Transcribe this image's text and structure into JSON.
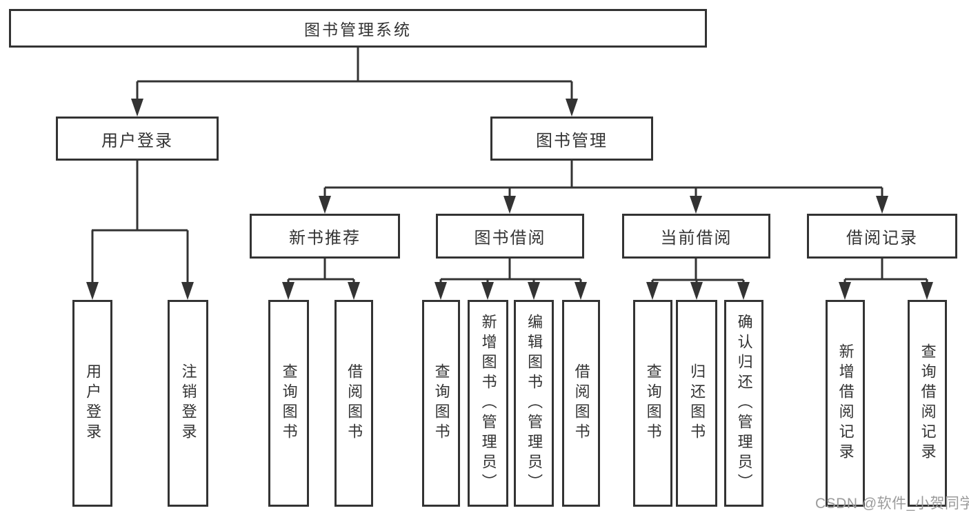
{
  "diagram_title": "图书管理系统",
  "tree": {
    "label": "图书管理系统",
    "children": [
      {
        "label": "用户登录",
        "children": [
          {
            "label": "用户登录"
          },
          {
            "label": "注销登录"
          }
        ]
      },
      {
        "label": "图书管理",
        "children": [
          {
            "label": "新书推荐",
            "children": [
              {
                "label": "查询图书"
              },
              {
                "label": "借阅图书"
              }
            ]
          },
          {
            "label": "图书借阅",
            "children": [
              {
                "label": "查询图书"
              },
              {
                "label": "新增图书（管理员）"
              },
              {
                "label": "编辑图书（管理员）"
              },
              {
                "label": "借阅图书"
              }
            ]
          },
          {
            "label": "当前借阅",
            "children": [
              {
                "label": "查询图书"
              },
              {
                "label": "归还图书"
              },
              {
                "label": "确认归还（管理员）"
              }
            ]
          },
          {
            "label": "借阅记录",
            "children": [
              {
                "label": "新增借阅记录"
              },
              {
                "label": "查询借阅记录"
              }
            ]
          }
        ]
      }
    ]
  },
  "watermark": {
    "text": "CSDN @软件_小贺同学"
  },
  "colors": {
    "line": "#333333",
    "box_border": "#333333",
    "box_fill": "#ffffff",
    "text": "#333333",
    "watermark": "#9b9b9b",
    "background": "#ffffff"
  }
}
